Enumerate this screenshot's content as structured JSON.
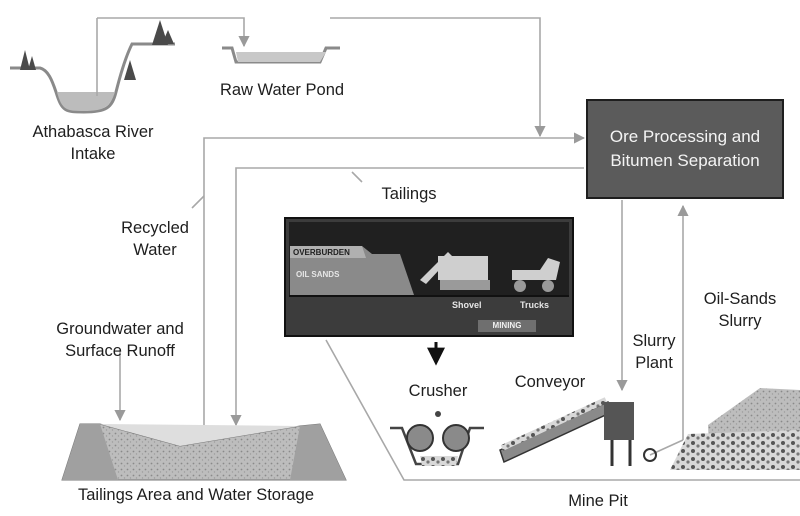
{
  "labels": {
    "athabasca_line1": "Athabasca River",
    "athabasca_line2": "Intake",
    "raw_water_pond": "Raw Water Pond",
    "ore_line1": "Ore Processing and",
    "ore_line2": "Bitumen Separation",
    "tailings": "Tailings",
    "recycled_line1": "Recycled",
    "recycled_line2": "Water",
    "groundwater_line1": "Groundwater and",
    "groundwater_line2": "Surface Runoff",
    "tailings_area": "Tailings Area and Water Storage",
    "crusher": "Crusher",
    "conveyor": "Conveyor",
    "slurry_plant_line1": "Slurry",
    "slurry_plant_line2": "Plant",
    "oil_sands_slurry_line1": "Oil-Sands",
    "oil_sands_slurry_line2": "Slurry",
    "mine_pit": "Mine Pit"
  },
  "mining_panel": {
    "overburden": "OVERBURDEN",
    "oil_sands": "OIL SANDS",
    "shovel": "Shovel",
    "trucks": "Trucks",
    "mining": "MINING"
  },
  "colors": {
    "flow_line": "#a8a8a8",
    "box_fill": "#5b5b5b",
    "panel_fill": "#3c3c3c",
    "ground_fill": "#c9c9c9"
  }
}
